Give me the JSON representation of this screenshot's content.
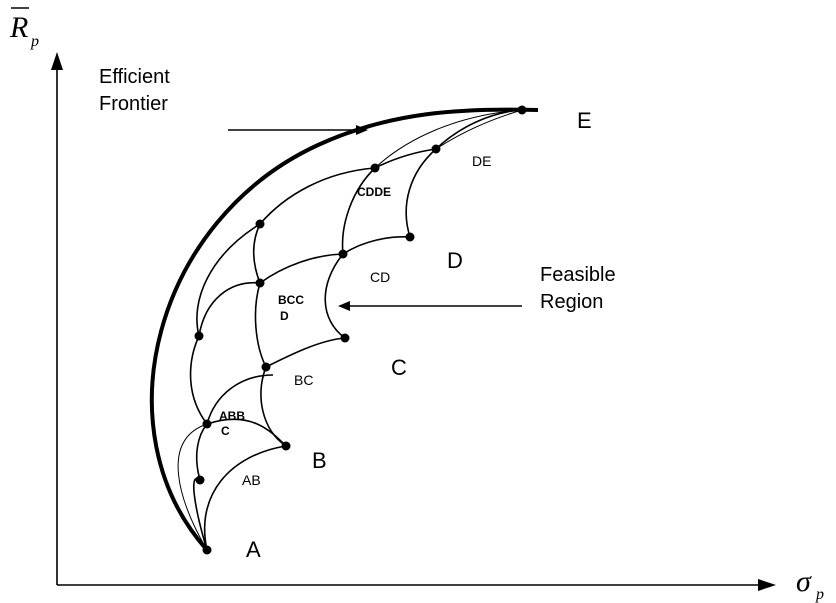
{
  "axes": {
    "y_symbol": "R",
    "y_subscript": "p",
    "x_symbol": "σ",
    "x_subscript": "p"
  },
  "annotations": {
    "efficient_frontier_line1": "Efficient",
    "efficient_frontier_line2": "Frontier",
    "feasible_region_line1": "Feasible",
    "feasible_region_line2": "Region"
  },
  "points": {
    "A": "A",
    "B": "B",
    "C": "C",
    "D": "D",
    "E": "E"
  },
  "regions": {
    "AB": "AB",
    "BC": "BC",
    "CD": "CD",
    "DE": "DE",
    "ABBC_line1": "ABB",
    "ABBC_line2": "C",
    "BCCD_line1": "BCC",
    "BCCD_line2": "D",
    "CDDE": "CDDE"
  }
}
